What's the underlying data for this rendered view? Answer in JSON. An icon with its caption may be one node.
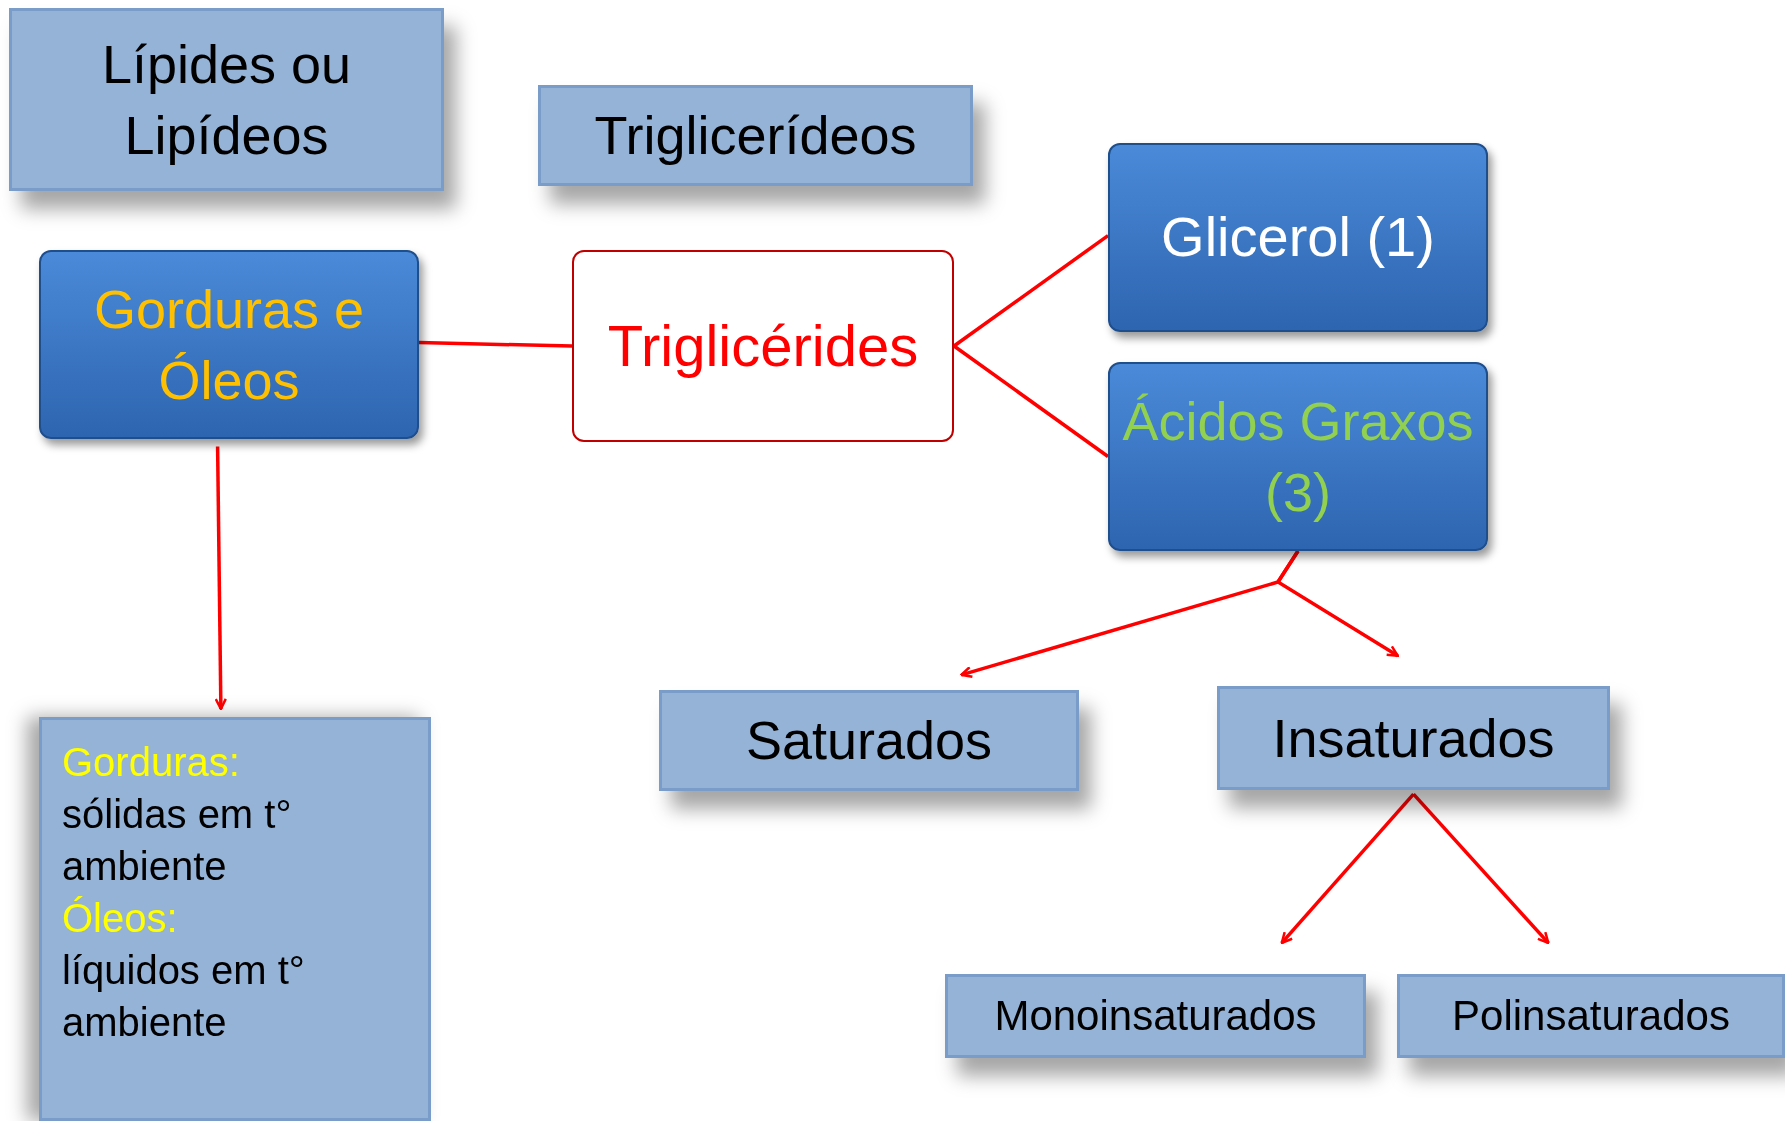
{
  "diagram": {
    "nodes": [
      {
        "text": [
          "Lípides ou Lipídeos"
        ]
      },
      {
        "text": [
          "Triglicerídeos"
        ]
      },
      {
        "text": [
          "Gorduras e Óleos"
        ]
      },
      {
        "text": [
          "Triglicérides"
        ]
      },
      {
        "text": [
          "Glicerol (1)"
        ]
      },
      {
        "text": [
          "Ácidos Graxos (3)"
        ]
      },
      {
        "text": [
          "Gorduras:",
          "sólidas em t° ambiente",
          "Óleos:",
          "líquidos em t° ambiente"
        ]
      },
      {
        "text": [
          "Saturados"
        ]
      },
      {
        "text": [
          "Insaturados"
        ]
      },
      {
        "text": [
          "Monoinsaturados"
        ]
      },
      {
        "text": [
          "Polinsaturados"
        ]
      }
    ],
    "edges": [
      {
        "from": 2,
        "to": 3,
        "arrow": "none"
      },
      {
        "from": 3,
        "to": 4,
        "arrow": "none"
      },
      {
        "from": 3,
        "to": 5,
        "arrow": "none"
      },
      {
        "from": 2,
        "to": 6,
        "arrow": "to"
      },
      {
        "from": 5,
        "to": 7,
        "arrow": "to"
      },
      {
        "from": 5,
        "to": 8,
        "arrow": "to"
      },
      {
        "from": 8,
        "to": 9,
        "arrow": "to"
      },
      {
        "from": 8,
        "to": 10,
        "arrow": "to"
      }
    ]
  }
}
